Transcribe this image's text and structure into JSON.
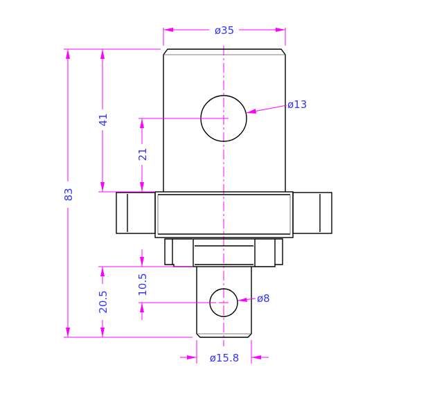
{
  "dimensions": {
    "top_diameter": "ø35",
    "upper_hole_diameter": "ø13",
    "lower_hole_diameter": "ø8",
    "shaft_diameter": "ø15.8",
    "total_height": "83",
    "body_height": "41",
    "upper_hole_offset": "21",
    "shaft_length": "20.5",
    "lower_hole_offset": "10.5"
  },
  "colors": {
    "outline": "#000000",
    "dimension_line": "#ff00ff",
    "dimension_text": "#3333ff"
  }
}
